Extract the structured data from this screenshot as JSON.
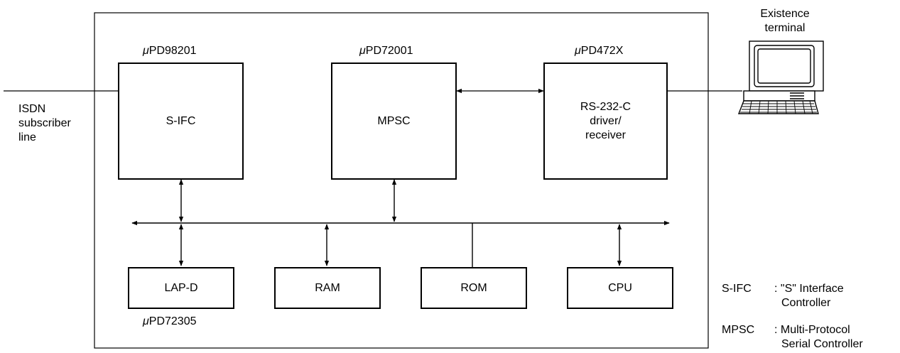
{
  "chips": {
    "sifc": {
      "part": "PD98201",
      "label": "S-IFC"
    },
    "mpsc": {
      "part": "PD72001",
      "label": "MPSC"
    },
    "rs232": {
      "part": "PD472X",
      "label_lines": [
        "RS-232-C",
        "driver/",
        "receiver"
      ]
    },
    "lapd": {
      "part": "PD72305",
      "label": "LAP-D"
    },
    "ram": {
      "label": "RAM"
    },
    "rom": {
      "label": "ROM"
    },
    "cpu": {
      "label": "CPU"
    }
  },
  "mu_symbol": "μ",
  "external": {
    "isdn_lines": [
      "ISDN",
      "subscriber",
      "line"
    ],
    "terminal_lines": [
      "Existence",
      "terminal"
    ]
  },
  "legend": [
    {
      "abbr": "S-IFC",
      "def_lines": [
        ": \"S\" Interface",
        "Controller"
      ]
    },
    {
      "abbr": "MPSC",
      "def_lines": [
        ": Multi-Protocol",
        "Serial Controller"
      ]
    }
  ]
}
